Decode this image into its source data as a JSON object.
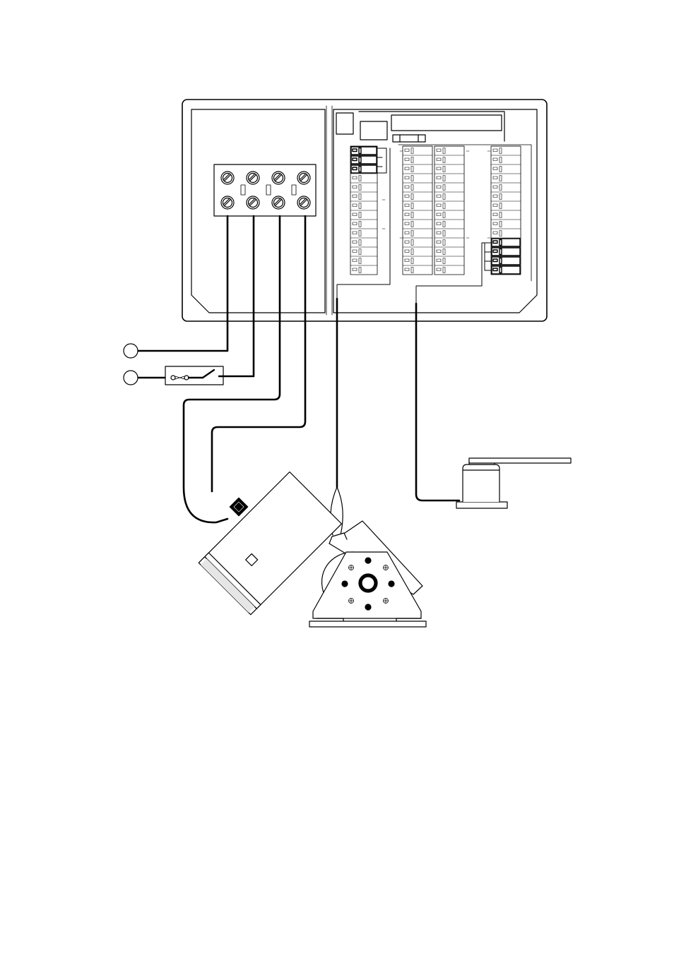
{
  "diagram": {
    "stroke_color": "#000000",
    "fill_color": "#ffffff",
    "shade_color": "#e6e6e6",
    "components": [
      "control-box",
      "mains-terminal-block",
      "terminal-block-strips",
      "external-terminal",
      "inline-switch",
      "pan-tilt-motor-unit",
      "limit-switch-unit"
    ],
    "terminal_block_screw_count": 8,
    "strip_a_row_count": 14,
    "strip_b_row_count": 14,
    "strip_c_row_count": 14
  }
}
